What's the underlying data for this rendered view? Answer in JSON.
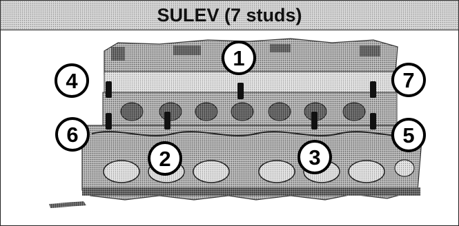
{
  "title": "SULEV (7 studs)",
  "callouts": [
    {
      "label": "1",
      "marker": "stud-1"
    },
    {
      "label": "2",
      "marker": "stud-2"
    },
    {
      "label": "3",
      "marker": "stud-3"
    },
    {
      "label": "4",
      "marker": "stud-4"
    },
    {
      "label": "5",
      "marker": "stud-5"
    },
    {
      "label": "6",
      "marker": "stud-6"
    },
    {
      "label": "7",
      "marker": "stud-7"
    }
  ],
  "colors": {
    "border": "#222222",
    "callout_fill": "#ffffff",
    "callout_stroke": "#000000",
    "stud": "#111111"
  }
}
